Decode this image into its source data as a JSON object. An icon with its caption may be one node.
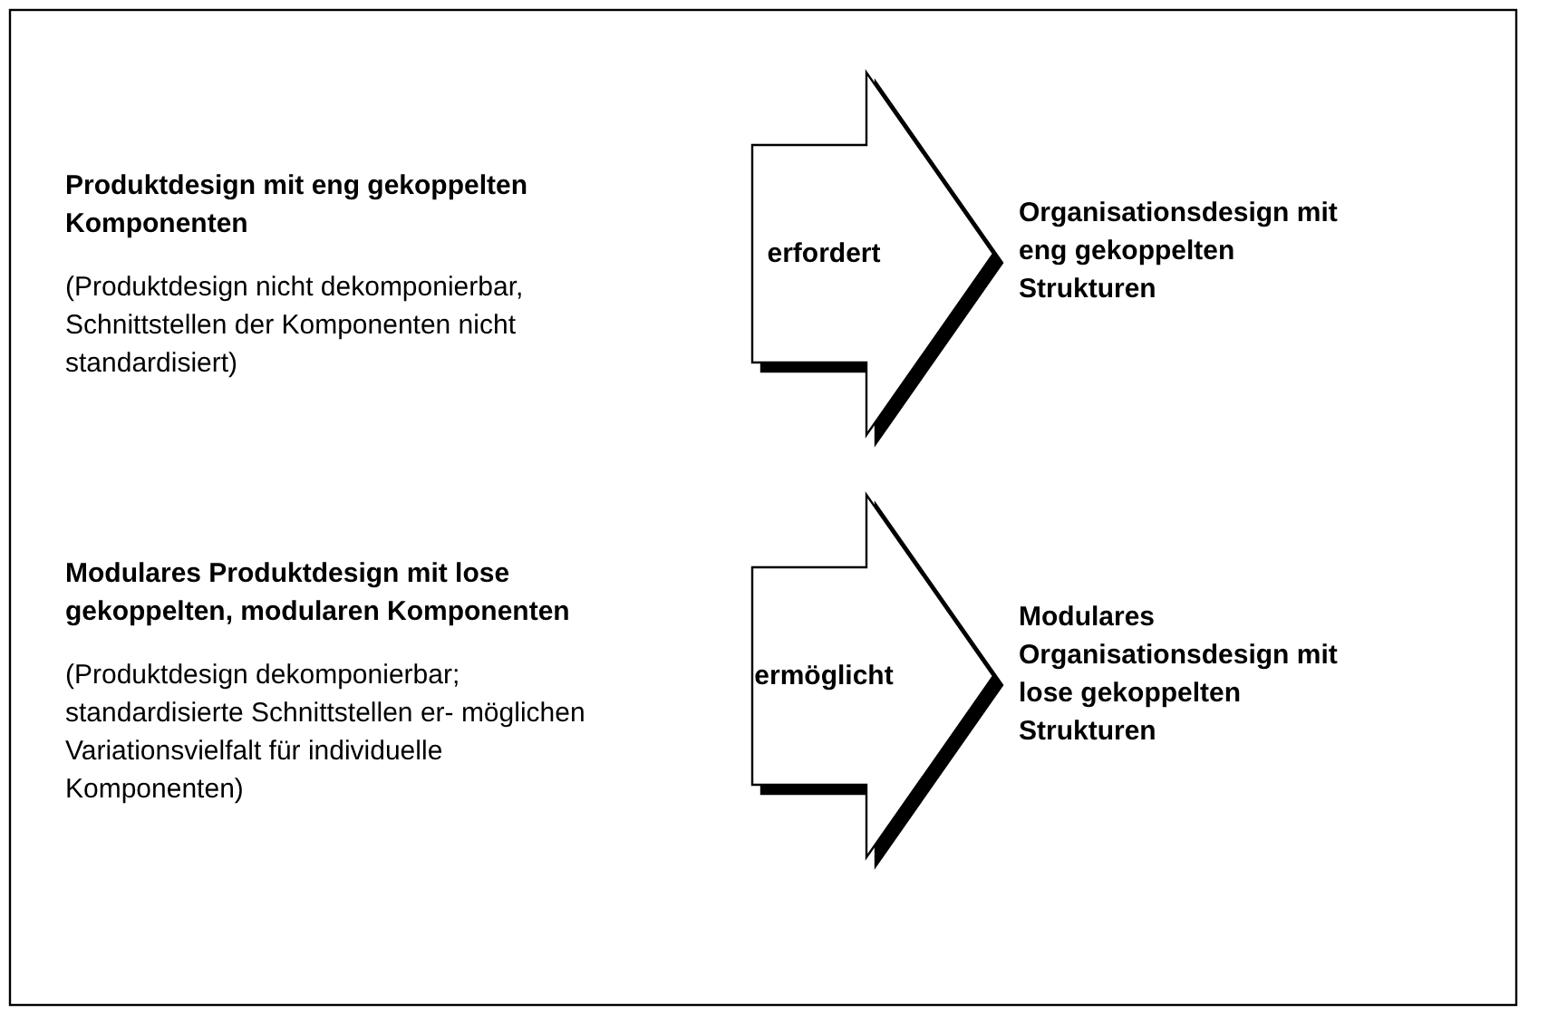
{
  "diagram": {
    "nodes": [
      {
        "text": [
          "Produktdesign mit eng gekoppelten Komponenten",
          "(Produktdesign nicht dekomponierbar, Schnittstellen der Komponenten nicht standardisiert)"
        ]
      },
      {
        "text": [
          "Organisationsdesign mit eng gekoppelten Strukturen"
        ]
      },
      {
        "text": [
          "Modulares Produktdesign mit lose gekoppelten, modularen Komponenten",
          "(Produktdesign dekomponierbar; standardisierte Schnittstellen er- möglichen Variationsvielfalt für individuelle Komponenten)"
        ]
      },
      {
        "text": [
          "Modulares Organisationsdesign mit lose gekoppelten Strukturen"
        ]
      }
    ],
    "edges": [
      {
        "from": 0,
        "to": 1,
        "arrow": "to",
        "label": "erfordert",
        "style": "thick"
      },
      {
        "from": 2,
        "to": 3,
        "arrow": "to",
        "label": "ermöglicht",
        "style": "thick"
      }
    ]
  }
}
